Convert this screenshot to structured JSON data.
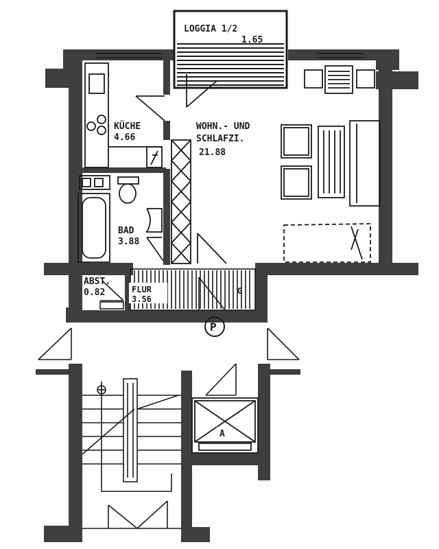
{
  "rooms": {
    "loggia": {
      "name": "LOGGIA 1/2",
      "area": "1.65"
    },
    "kueche": {
      "name": "KÜCHE",
      "area": "4.66"
    },
    "wohn": {
      "line1": "WOHN.- UND",
      "line2": "SCHLAFZI.",
      "area": "21.88"
    },
    "bad": {
      "name": "BAD",
      "area": "3.88"
    },
    "abst": {
      "name": "ABST.",
      "area": "0.82"
    },
    "flur": {
      "name": "FLUR",
      "area": "3.56"
    }
  },
  "symbols": {
    "parking": "P",
    "lift": "A",
    "garderobe": "G"
  },
  "colors": {
    "wall": "#3f3f3f",
    "line": "#1a1a1a",
    "paper": "#ffffff"
  }
}
